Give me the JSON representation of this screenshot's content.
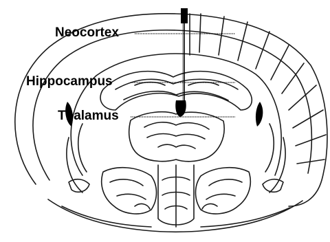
{
  "labels": {
    "neocortex": "Neocortex",
    "hippocampus": "Hippocampus",
    "thalamus": "Thalamus"
  },
  "colors": {
    "ink": "#000000",
    "line": "#1a1a1a",
    "background": "#ffffff"
  }
}
